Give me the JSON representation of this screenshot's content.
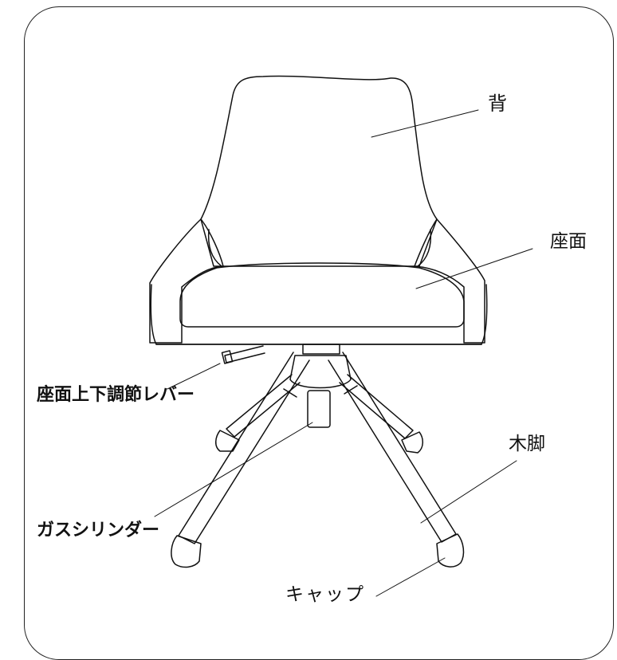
{
  "labels": {
    "back": "背",
    "seat": "座面",
    "height_lever": "座面上下調節レバー",
    "wood_legs": "木脚",
    "gas_cylinder": "ガスシリンダー",
    "cap": "キャップ"
  },
  "colors": {
    "line": "#111111",
    "frame": "#222222",
    "background": "#ffffff"
  }
}
